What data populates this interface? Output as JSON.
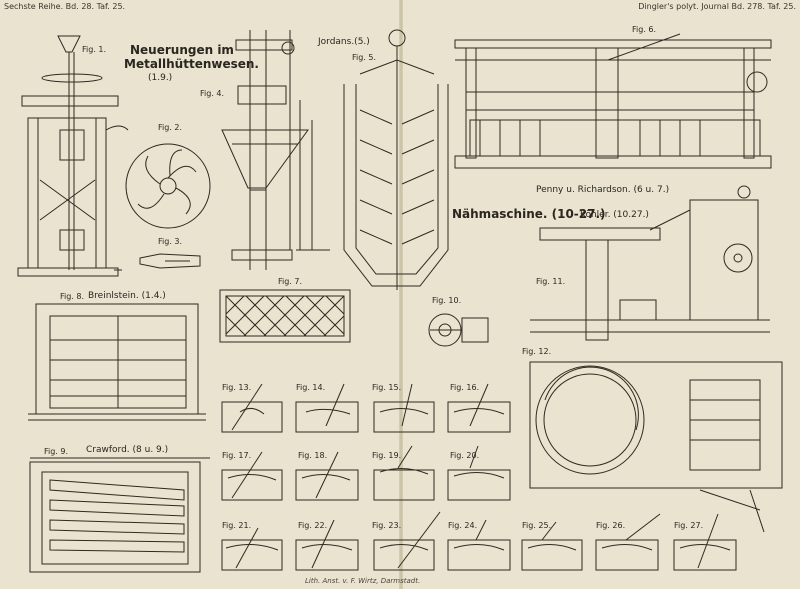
{
  "header": {
    "left": "Sechste Reihe. Bd. 28. Taf. 25.",
    "right": "Dingler's polyt. Journal Bd. 278. Taf. 25."
  },
  "titles": {
    "metall_title": "Neuerungen im",
    "metall_title_2": "Metallhüttenwesen.",
    "metall_ref": "(1.9.)",
    "jordans": "Jordans.(5.)",
    "penny": "Penny u. Richardson. (6 u. 7.)",
    "naehmaschine": "Nähmaschine. (10-27.)",
    "koehler": "Köhler. (10.27.)",
    "breinlstein": "Breinlstein. (1.4.)",
    "crawford": "Crawford. (8 u. 9.)"
  },
  "figures": {
    "fig1": "Fig. 1.",
    "fig2": "Fig. 2.",
    "fig3": "Fig. 3.",
    "fig4": "Fig. 4.",
    "fig5": "Fig. 5.",
    "fig6": "Fig. 6.",
    "fig7": "Fig. 7.",
    "fig8": "Fig. 8.",
    "fig9": "Fig. 9.",
    "fig10": "Fig. 10.",
    "fig11": "Fig. 11.",
    "fig12": "Fig. 12.",
    "fig13": "Fig. 13.",
    "fig14": "Fig. 14.",
    "fig15": "Fig. 15.",
    "fig16": "Fig. 16.",
    "fig17": "Fig. 17.",
    "fig18": "Fig. 18.",
    "fig19": "Fig. 19.",
    "fig20": "Fig. 20.",
    "fig21": "Fig. 21.",
    "fig22": "Fig. 22.",
    "fig23": "Fig. 23.",
    "fig24": "Fig. 24.",
    "fig25": "Fig. 25.",
    "fig26": "Fig. 26.",
    "fig27": "Fig. 27."
  },
  "footer": "Lith. Anst. v. F. Wirtz, Darmstadt."
}
